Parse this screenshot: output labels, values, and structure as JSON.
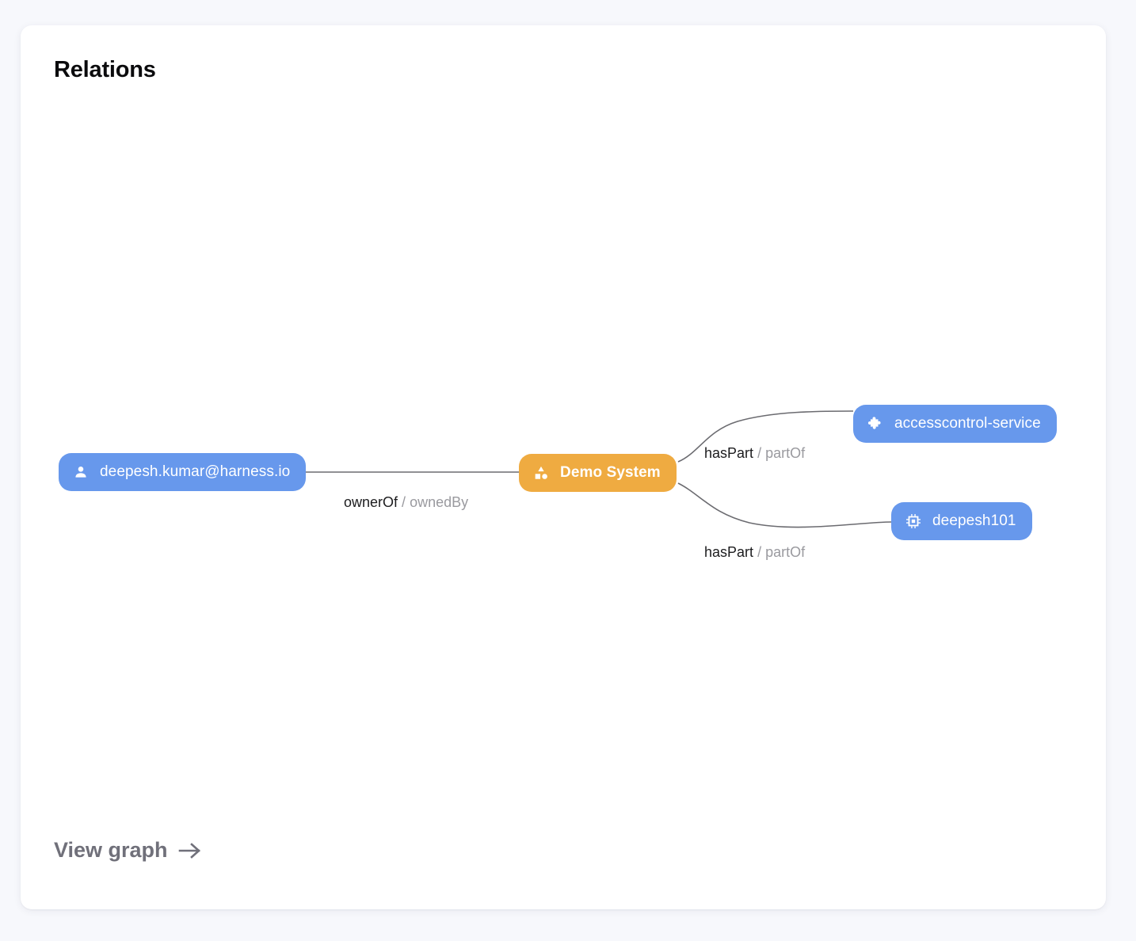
{
  "card": {
    "title": "Relations",
    "footer": {
      "view_graph_label": "View graph",
      "arrow_icon": "arrow-right-icon"
    }
  },
  "graph": {
    "nodes": [
      {
        "id": "user",
        "label": "deepesh.kumar@harness.io",
        "kind": "user",
        "icon": "person-icon",
        "color": "#6798ec",
        "text_color": "#ffffff"
      },
      {
        "id": "system",
        "label": "Demo System",
        "kind": "system",
        "icon": "category-shapes-icon",
        "color": "#efab41",
        "text_color": "#ffffff"
      },
      {
        "id": "component",
        "label": "accesscontrol-service",
        "kind": "component",
        "icon": "puzzle-piece-icon",
        "color": "#6798ec",
        "text_color": "#ffffff"
      },
      {
        "id": "resource",
        "label": "deepesh101",
        "kind": "resource",
        "icon": "chip-icon",
        "color": "#6798ec",
        "text_color": "#ffffff"
      }
    ],
    "edges": [
      {
        "id": "owner",
        "source": "user",
        "target": "system",
        "forward": "ownerOf",
        "separator": "/",
        "reverse": "ownedBy"
      },
      {
        "id": "haspart1",
        "source": "system",
        "target": "component",
        "forward": "hasPart",
        "separator": "/",
        "reverse": "partOf"
      },
      {
        "id": "haspart2",
        "source": "system",
        "target": "resource",
        "forward": "hasPart",
        "separator": "/",
        "reverse": "partOf"
      }
    ],
    "edge_color": "#6b6b70"
  }
}
